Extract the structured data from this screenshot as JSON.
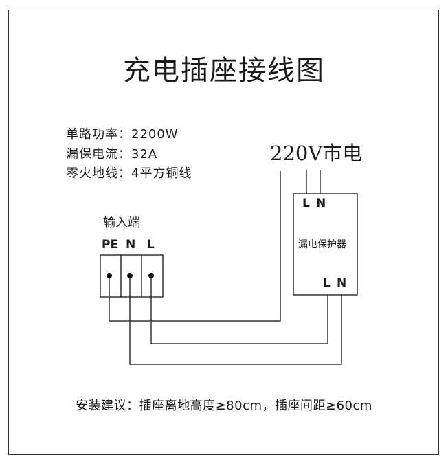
{
  "title": "充电插座接线图",
  "specs": [
    {
      "label": "单路功率：",
      "value": "2200W"
    },
    {
      "label": "漏保电流：",
      "value": "32A"
    },
    {
      "label": "零火地线：",
      "value": "4平方铜线"
    }
  ],
  "mains_label": "220V市电",
  "input": {
    "label": "输入端",
    "terminals": [
      "PE",
      "N",
      "L"
    ]
  },
  "breaker": {
    "label": "漏电保护器",
    "top_l": "L",
    "top_n": "N",
    "bottom_l": "L",
    "bottom_n": "N"
  },
  "footer": "安装建议：插座离地高度≥80cm，插座间距≥60cm"
}
